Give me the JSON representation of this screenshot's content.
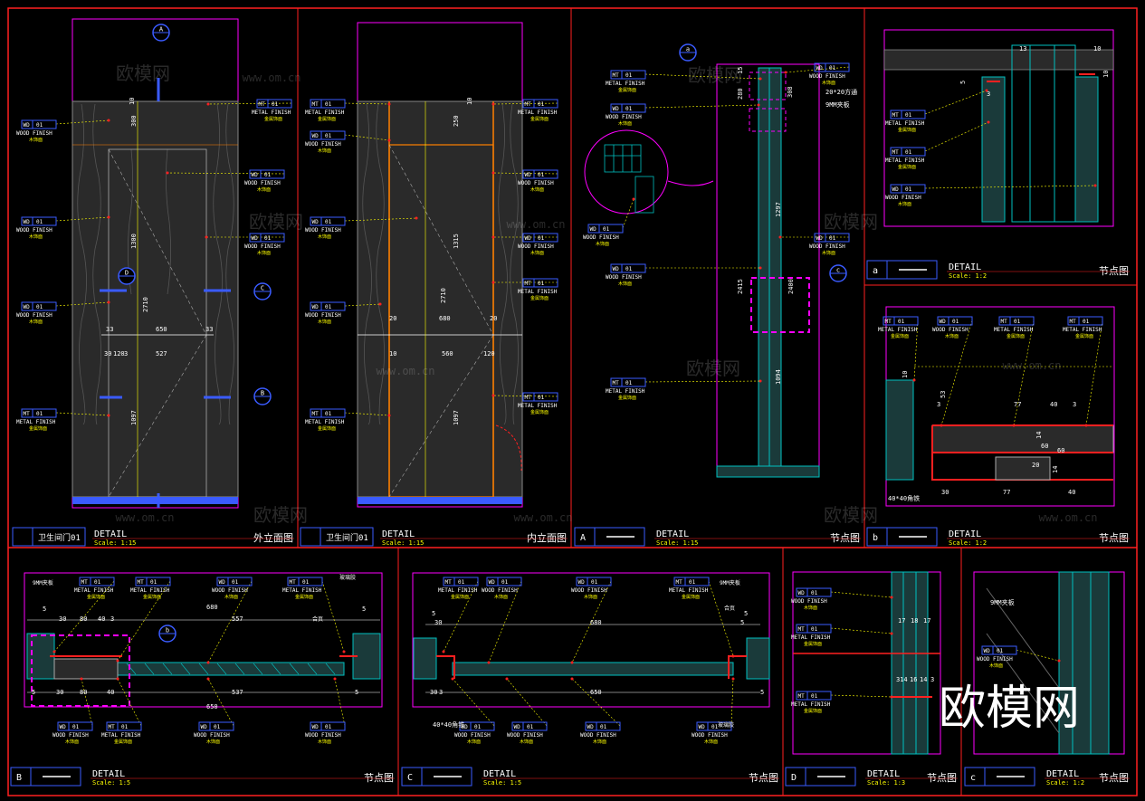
{
  "panels": {
    "p1": {
      "badge": "卫生间门01",
      "detail": "DETAIL",
      "scale": "Scale: 1:15",
      "name": "外立面图"
    },
    "p2": {
      "badge": "卫生间门01",
      "detail": "DETAIL",
      "scale": "Scale: 1:15",
      "name": "内立面图"
    },
    "pA": {
      "badge": "A",
      "detail": "DETAIL",
      "scale": "Scale: 1:15",
      "name": "节点图"
    },
    "pa": {
      "badge": "a",
      "detail": "DETAIL",
      "scale": "Scale: 1:2",
      "name": "节点图"
    },
    "pb": {
      "badge": "b",
      "detail": "DETAIL",
      "scale": "Scale: 1:2",
      "name": "节点图"
    },
    "pB": {
      "badge": "B",
      "detail": "DETAIL",
      "scale": "Scale: 1:5",
      "name": "节点图"
    },
    "pC": {
      "badge": "C",
      "detail": "DETAIL",
      "scale": "Scale: 1:5",
      "name": "节点图"
    },
    "pD": {
      "badge": "D",
      "detail": "DETAIL",
      "scale": "Scale: 1:3",
      "name": "节点图"
    },
    "pc": {
      "badge": "c",
      "detail": "DETAIL",
      "scale": "Scale: 1:2",
      "name": "节点图"
    }
  },
  "materials": {
    "wd": {
      "code": "WD",
      "num": "01",
      "en": "WOOD FINISH",
      "cn": "木饰面"
    },
    "mt": {
      "code": "MT",
      "num": "01",
      "en": "METAL FINISH",
      "cn": "金属饰面"
    }
  },
  "dims": {
    "p1": [
      "300",
      "1300",
      "2710",
      "1097",
      "650",
      "527",
      "33",
      "33",
      "30",
      "120",
      "3",
      "10"
    ],
    "p2": [
      "250",
      "1315",
      "2710",
      "1097",
      "680",
      "560",
      "20",
      "20",
      "10",
      "120",
      "10"
    ],
    "pA": [
      "15",
      "280",
      "308",
      "1297",
      "2415",
      "2400",
      "1094"
    ],
    "pb": [
      "77",
      "40",
      "3",
      "10",
      "3",
      "53",
      "14",
      "60",
      "60",
      "20",
      "14",
      "30",
      "77",
      "40"
    ],
    "pB": [
      "680",
      "557",
      "650",
      "537",
      "5",
      "5",
      "30",
      "80",
      "40",
      "3",
      "5",
      "80",
      "40",
      "30",
      "5"
    ],
    "pC": [
      "680",
      "650",
      "5",
      "30",
      "5",
      "3",
      "5",
      "30",
      "5"
    ],
    "pD": [
      "17",
      "18",
      "17",
      "314",
      "16",
      "14",
      "3"
    ],
    "pa": [
      "13",
      "10",
      "5",
      "10",
      "3"
    ]
  },
  "notes": {
    "nine_mm": "9MM夹板",
    "tube": "20*20方通",
    "angle": "40*40角铁",
    "glue": "玻璃胶",
    "hinge": "合页"
  },
  "section_marks": [
    "A",
    "B",
    "C",
    "D",
    "a",
    "b",
    "c"
  ],
  "watermarks": [
    "欧模网",
    "www.om.cn"
  ],
  "logo": "欧模网",
  "colors": {
    "frame": "#ff2020",
    "panel": "#ff00ff",
    "label_box": "#3a5bff",
    "text_white": "#ffffff",
    "text_yellow": "#ffff00",
    "leader": "#ffff00",
    "wood": "#444444",
    "cyan": "#00c0c0",
    "orange": "#ff8000"
  }
}
